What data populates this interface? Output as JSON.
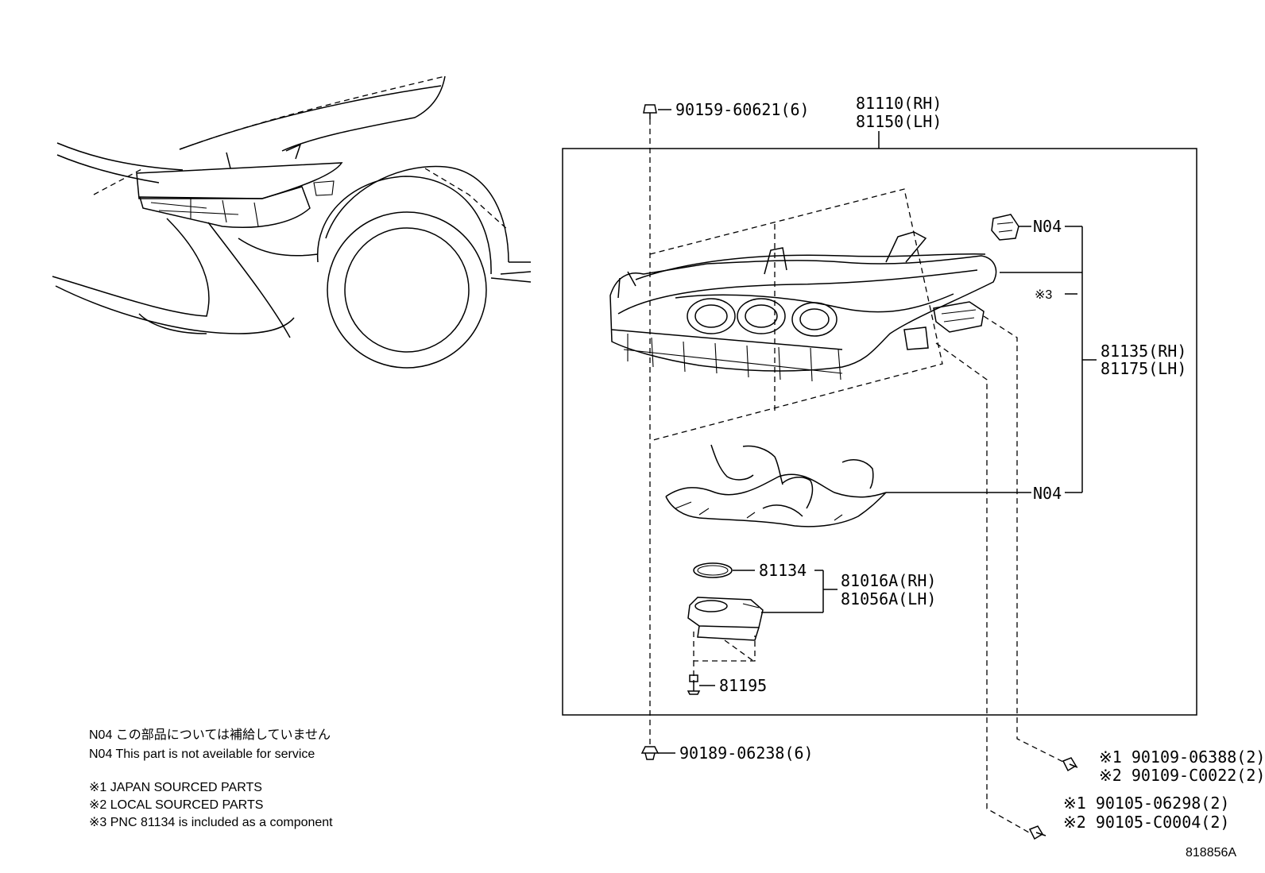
{
  "callouts": {
    "clip_top": "90159-60621(6)",
    "assy_rh": "81110(RH)",
    "assy_lh": "81150(LH)",
    "n04_top": "N04",
    "ref3": "※3",
    "unit_rh": "81135(RH)",
    "unit_lh": "81175(LH)",
    "n04_harness": "N04",
    "gasket": "81134",
    "module_rh": "81016A(RH)",
    "module_lh": "81056A(LH)",
    "screw": "81195",
    "clip_bottom": "90189-06238(6)",
    "bolt1_jp": "※1 90109-06388(2)",
    "bolt1_local": "※2 90109-C0022(2)",
    "bolt2_jp": "※1 90105-06298(2)",
    "bolt2_local": "※2 90105-C0004(2)"
  },
  "notes": {
    "n04_jp": "N04 この部品については補給していません",
    "n04_en": "N04 This part is not aveilable for service",
    "ref1": "※1 JAPAN SOURCED PARTS",
    "ref2": "※2 LOCAL SOURCED PARTS",
    "ref3": "※3 PNC 81134 is included as a component"
  },
  "figure_id": "818856A"
}
